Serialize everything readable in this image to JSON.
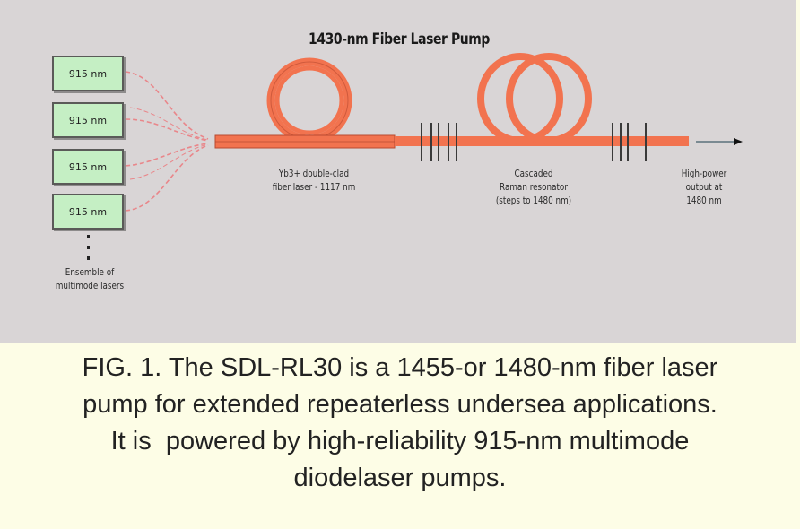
{
  "diagram": {
    "title": "1430-nm Fiber Laser Pump",
    "pump_diodes": [
      {
        "label": "915 nm"
      },
      {
        "label": "915 nm"
      },
      {
        "label": "915 nm"
      },
      {
        "label": "915 nm"
      }
    ],
    "ensemble_label_line1": "Ensemble of",
    "ensemble_label_line2": "multimode lasers",
    "fiber_laser_label_line1": "Yb3+ double-clad",
    "fiber_laser_label_line2": "fiber laser - 1117 nm",
    "raman_label_line1": "Cascaded",
    "raman_label_line2": "Raman resonator",
    "raman_label_line3": "(steps to 1480 nm)",
    "output_label_line1": "High-power",
    "output_label_line2": "output at",
    "output_label_line3": "1480 nm",
    "colors": {
      "panel_background": "#d9d5d6",
      "diode_fill": "#c5efc4",
      "fiber": "#f2734f",
      "pigtail": "#e9868a",
      "grating": "#3a3a3a",
      "caption_background": "#fdfde6"
    }
  },
  "caption": {
    "line1": "FIG. 1. The SDL-RL30 is a 1455-or 1480-nm fiber laser",
    "line2": "pump for extended repeaterless undersea applications.",
    "line3": "It is  powered by high-reliability 915-nm multimode",
    "line4": "diodelaser pumps."
  }
}
